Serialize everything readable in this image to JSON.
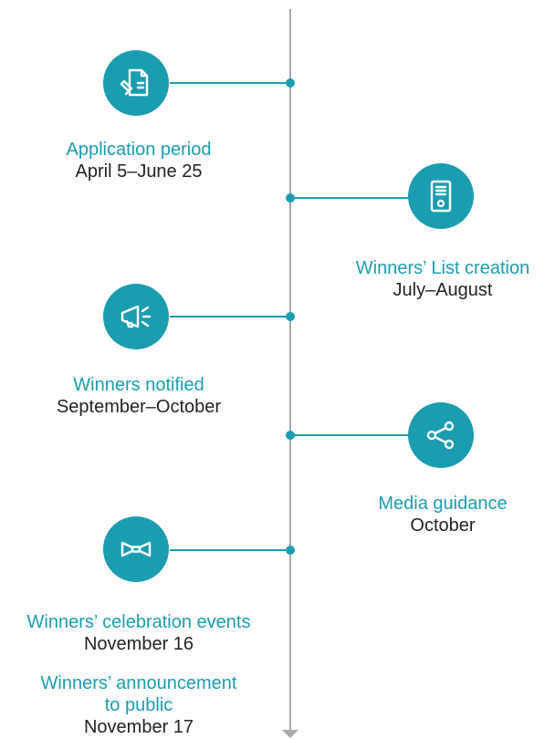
{
  "colors": {
    "accent": "#1b9db0",
    "axis": "#a7a9ac",
    "text": "#222222"
  },
  "milestones": [
    {
      "title": "Application period",
      "date": "April 5–June 25",
      "icon": "application-form-icon"
    },
    {
      "title": "Winners’ List creation",
      "date": "July–August",
      "icon": "document-list-icon"
    },
    {
      "title": "Winners notified",
      "date": "September–October",
      "icon": "megaphone-icon"
    },
    {
      "title": "Media guidance",
      "date": "October",
      "icon": "share-icon"
    },
    {
      "title": "Winners’ celebration events",
      "date": "November 16",
      "icon": "bow-tie-icon"
    },
    {
      "title_line1": "Winners’ announcement",
      "title_line2": "to public",
      "date": "November 17"
    }
  ]
}
